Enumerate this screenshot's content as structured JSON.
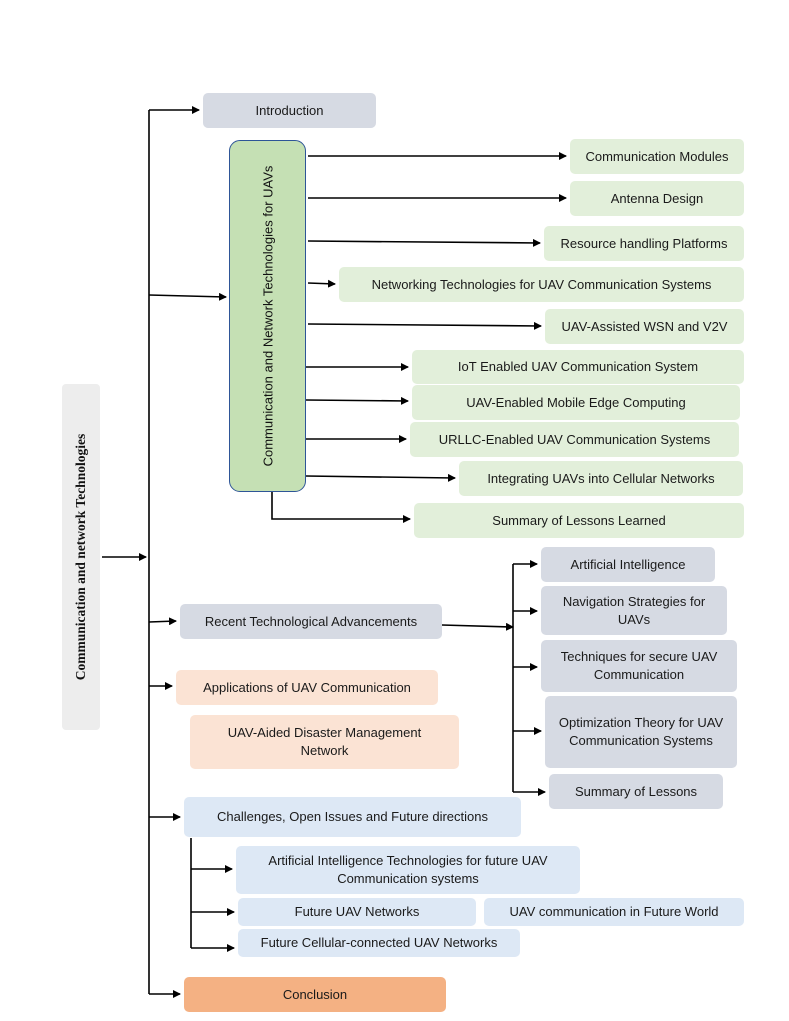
{
  "root": "Communication and network Technologies",
  "sections": {
    "introduction": "Introduction",
    "comm_tech": "Communication and Network Technologies for UAVs",
    "recent": "Recent Technological Advancements",
    "applications": "Applications of UAV Communication",
    "disaster": "UAV-Aided Disaster Management Network",
    "challenges": "Challenges, Open Issues and Future directions",
    "conclusion": "Conclusion"
  },
  "comm_children": [
    "Communication Modules",
    "Antenna Design",
    "Resource handling Platforms",
    "Networking Technologies for UAV Communication Systems",
    "UAV-Assisted WSN and V2V",
    "IoT Enabled UAV Communication System",
    "UAV-Enabled Mobile Edge Computing",
    "URLLC-Enabled UAV Communication Systems",
    "Integrating UAVs into Cellular Networks",
    "Summary of Lessons Learned"
  ],
  "recent_children": [
    "Artificial Intelligence",
    "Navigation Strategies for UAVs",
    "Techniques for secure UAV Communication",
    "Optimization Theory for UAV Communication Systems",
    "Summary of Lessons"
  ],
  "challenge_children": [
    "Artificial Intelligence Technologies for future UAV Communication systems",
    "Future UAV Networks",
    "UAV communication in Future World",
    "Future Cellular-connected UAV Networks"
  ]
}
